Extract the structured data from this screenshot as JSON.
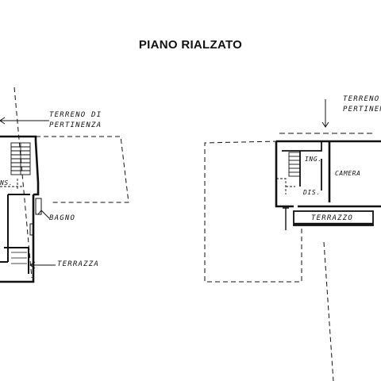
{
  "title": "PIANO RIALZATO",
  "left_plan": {
    "garden_label_1": "TERRENO DI",
    "garden_label_2": "PERTINENZA",
    "bathroom_label": "BAGNO",
    "terrace_label": "TERRAZZA",
    "partial_label": "NS."
  },
  "right_plan": {
    "garden_label_1": "TERRENO",
    "garden_label_2": "PERTINEN",
    "entrance_label": "ING.",
    "room_label": "CAMERA",
    "landing_label": "DIS.",
    "terrace_label": "TERRAZZO"
  }
}
